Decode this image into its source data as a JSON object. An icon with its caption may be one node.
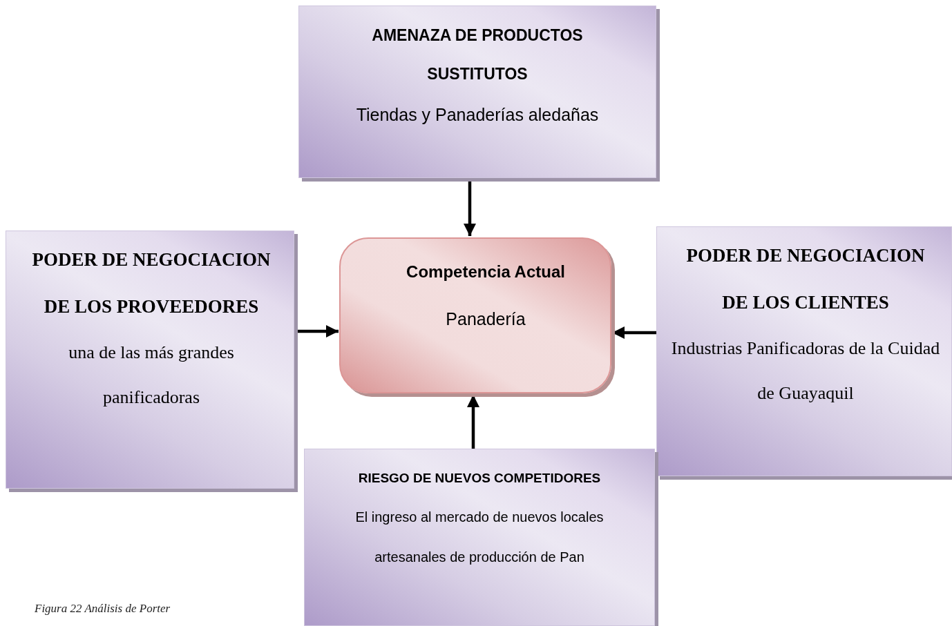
{
  "diagram": {
    "caption": "Figura 22 Análisis de Porter",
    "nodes": [
      {
        "text": [
          "AMENAZA DE PRODUCTOS SUSTITUTOS",
          "Tiendas y Panaderías aledañas"
        ]
      },
      {
        "text": [
          "PODER DE NEGOCIACION DE LOS PROVEEDORES",
          "una de las más grandes panificadoras"
        ]
      },
      {
        "text": [
          "Competencia Actual",
          "Panadería"
        ]
      },
      {
        "text": [
          "PODER DE NEGOCIACION DE LOS CLIENTES",
          "Industrias Panificadoras de la Cuidad de Guayaquil"
        ]
      },
      {
        "text": [
          "RIESGO DE NUEVOS COMPETIDORES",
          "El ingreso al mercado de nuevos locales artesanales de producción de Pan"
        ]
      }
    ],
    "edges": [
      {
        "from": 0,
        "to": 2,
        "arrow": "to"
      },
      {
        "from": 1,
        "to": 2,
        "arrow": "to"
      },
      {
        "from": 3,
        "to": 2,
        "arrow": "to"
      },
      {
        "from": 4,
        "to": 2,
        "arrow": "to"
      }
    ]
  }
}
